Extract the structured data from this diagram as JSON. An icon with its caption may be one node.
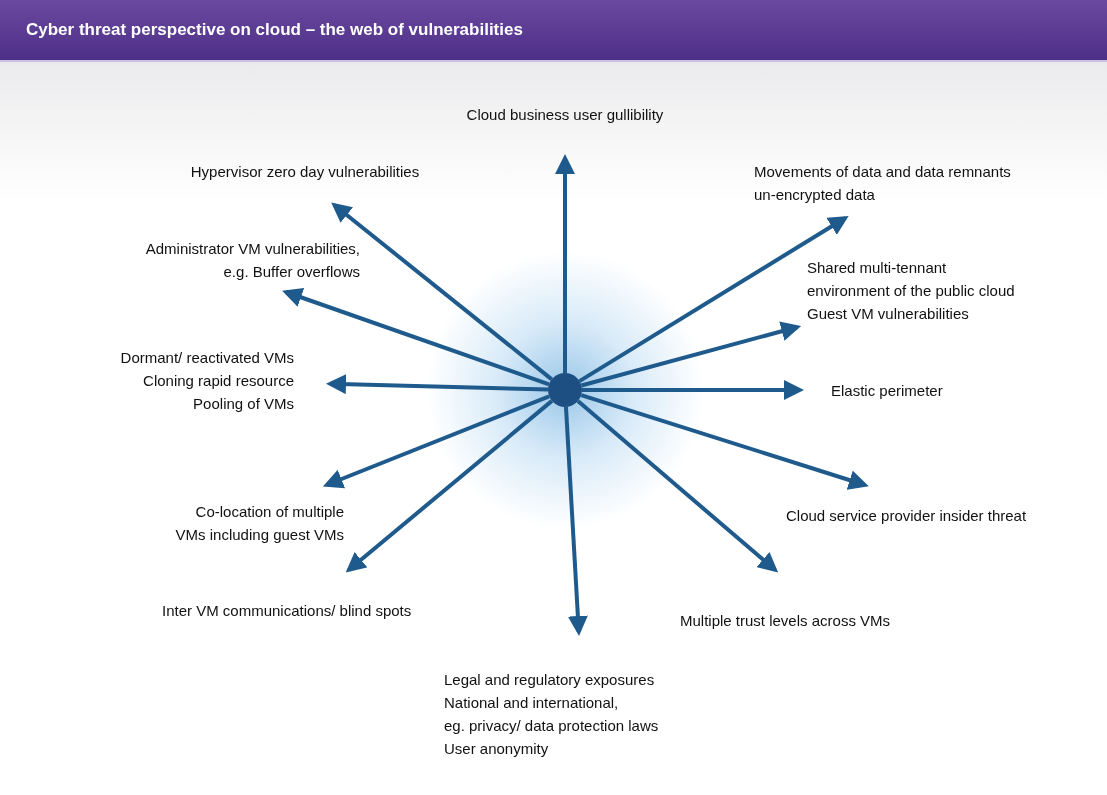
{
  "diagram": {
    "title": "Cyber threat perspective on cloud – the web of vulnerabilities",
    "nodes": [
      {
        "text": [],
        "shape": "circle"
      },
      {
        "text": [
          "Cloud business user gullibility"
        ]
      },
      {
        "text": [
          "Hypervisor zero day vulnerabilities"
        ]
      },
      {
        "text": [
          "Movements of data and data remnants",
          "un-encrypted data"
        ]
      },
      {
        "text": [
          "Administrator VM vulnerabilities,",
          "e.g. Buffer overflows"
        ]
      },
      {
        "text": [
          "Shared multi-tennant",
          "environment of the public cloud",
          "Guest VM vulnerabilities"
        ]
      },
      {
        "text": [
          "Dormant/ reactivated VMs",
          "Cloning rapid resource",
          "Pooling of VMs"
        ]
      },
      {
        "text": [
          "Elastic perimeter"
        ]
      },
      {
        "text": [
          "Co-location of multiple",
          "VMs including guest VMs"
        ]
      },
      {
        "text": [
          "Cloud service provider insider threat"
        ]
      },
      {
        "text": [
          "Inter VM communications/ blind spots"
        ]
      },
      {
        "text": [
          "Multiple trust levels across VMs"
        ]
      },
      {
        "text": [
          "Legal and regulatory exposures",
          "National and international,",
          "eg. privacy/ data protection laws",
          "User anonymity"
        ]
      }
    ],
    "edges": [
      {
        "from": 0,
        "to": 1,
        "arrow": "to"
      },
      {
        "from": 0,
        "to": 2,
        "arrow": "to"
      },
      {
        "from": 0,
        "to": 3,
        "arrow": "to"
      },
      {
        "from": 0,
        "to": 4,
        "arrow": "to"
      },
      {
        "from": 0,
        "to": 5,
        "arrow": "to"
      },
      {
        "from": 0,
        "to": 6,
        "arrow": "to"
      },
      {
        "from": 0,
        "to": 7,
        "arrow": "to"
      },
      {
        "from": 0,
        "to": 8,
        "arrow": "to"
      },
      {
        "from": 0,
        "to": 9,
        "arrow": "to"
      },
      {
        "from": 0,
        "to": 10,
        "arrow": "to"
      },
      {
        "from": 0,
        "to": 11,
        "arrow": "to"
      },
      {
        "from": 0,
        "to": 12,
        "arrow": "to"
      }
    ]
  }
}
